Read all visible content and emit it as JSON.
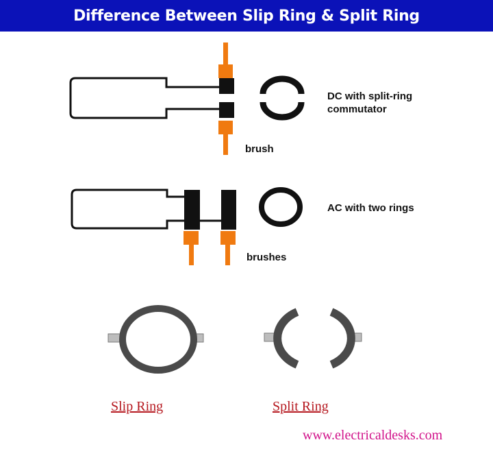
{
  "header": {
    "title": "Difference Between Slip Ring & Split Ring"
  },
  "labels": {
    "dc_line1": "DC with split-ring",
    "dc_line2": "commutator",
    "brush": "brush",
    "ac": "AC with two rings",
    "brushes": "brushes"
  },
  "captions": {
    "slip": "Slip Ring",
    "split": "Split Ring"
  },
  "footer": {
    "website": "www.electricaldesks.com"
  },
  "colors": {
    "banner": "#0b12b8",
    "brush": "#f07a10",
    "ring": "#4a4a4a",
    "caption": "#b5171e",
    "website": "#d1128a"
  }
}
